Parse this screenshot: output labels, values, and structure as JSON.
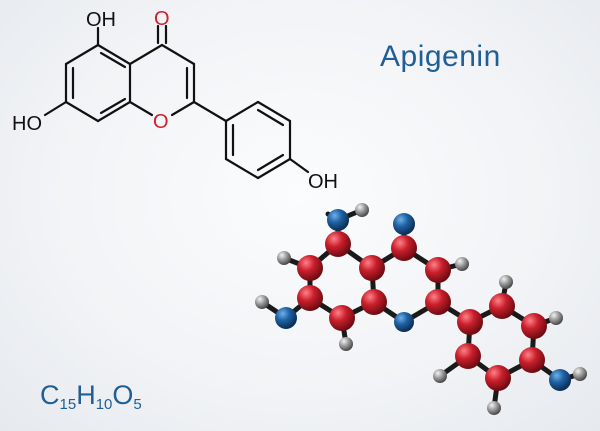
{
  "title": "Apigenin",
  "formula": {
    "parts": [
      {
        "el": "C",
        "n": "15"
      },
      {
        "el": "H",
        "n": "10"
      },
      {
        "el": "O",
        "n": "5"
      }
    ]
  },
  "atom_labels": {
    "oh_top": "OH",
    "o_ketone": "O",
    "ho_left": "HO",
    "o_ring": "O",
    "oh_right": "OH"
  },
  "colors": {
    "title": "#1f5f96",
    "oxygen_label": "#d0202a",
    "carbon_ball": "#c0202c",
    "oxygen_ball": "#1c5f9c",
    "hydrogen_ball": "#8a8a8a",
    "bond": "#1a1a1a"
  }
}
